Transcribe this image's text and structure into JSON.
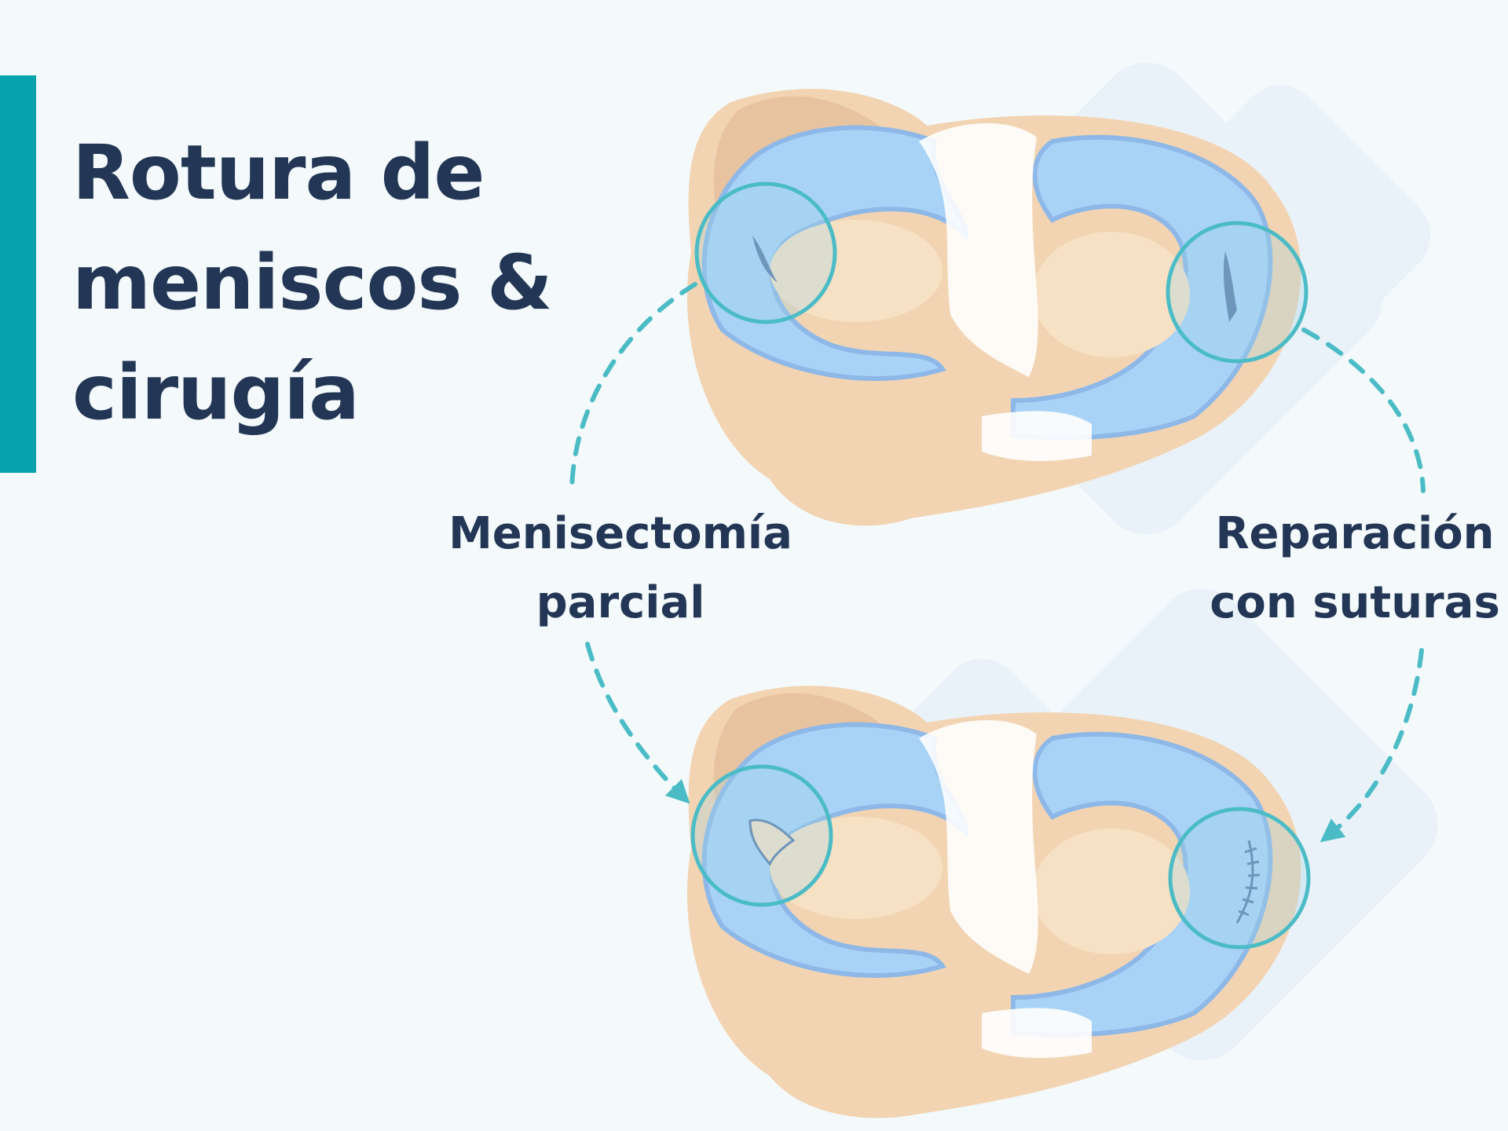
{
  "title": {
    "line1": "Rotura de",
    "line2": "meniscos &",
    "line3": "cirugía"
  },
  "labels": {
    "left": {
      "line1": "Menisectomía",
      "line2": "parcial"
    },
    "right": {
      "line1": "Reparación",
      "line2": "con suturas"
    }
  },
  "colors": {
    "accent": "#06a3ac",
    "title_text": "#233656",
    "arrow": "#4bbcc6",
    "meniscus": "#a9d3f6",
    "bone": "#f2d4b3"
  }
}
